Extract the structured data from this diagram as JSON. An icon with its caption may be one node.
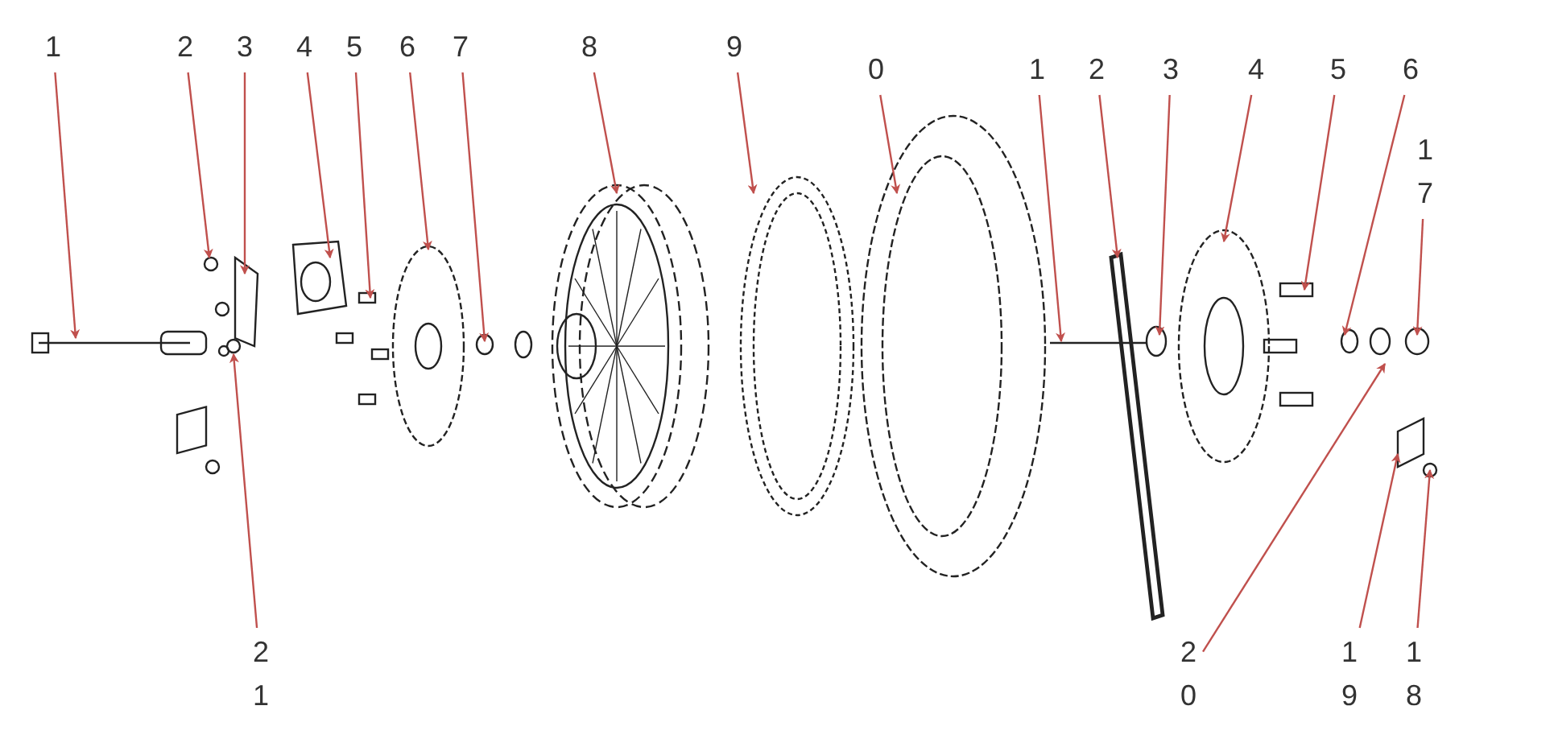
{
  "diagram": {
    "nodes": [
      {
        "text": [
          "1"
        ]
      },
      {
        "text": [
          "2"
        ]
      },
      {
        "text": [
          "3"
        ]
      },
      {
        "text": [
          "4"
        ]
      },
      {
        "text": [
          "5"
        ]
      },
      {
        "text": [
          "6"
        ]
      },
      {
        "text": [
          "7"
        ]
      },
      {
        "text": [
          "8"
        ]
      },
      {
        "text": [
          "9"
        ]
      },
      {
        "text": [
          "0"
        ]
      },
      {
        "text": [
          "1"
        ]
      },
      {
        "text": [
          "2"
        ]
      },
      {
        "text": [
          "3"
        ]
      },
      {
        "text": [
          "4"
        ]
      },
      {
        "text": [
          "5"
        ]
      },
      {
        "text": [
          "6"
        ]
      },
      {
        "text": [
          "1 7"
        ]
      },
      {
        "text": [
          "2 1"
        ]
      },
      {
        "text": [
          "2 0"
        ]
      },
      {
        "text": [
          "1 9"
        ]
      },
      {
        "text": [
          "1 8"
        ]
      }
    ],
    "edges": [
      {
        "from": 0,
        "to": null,
        "arrow": "to"
      },
      {
        "from": 1,
        "to": null,
        "arrow": "to"
      },
      {
        "from": 2,
        "to": null,
        "arrow": "to"
      },
      {
        "from": 3,
        "to": null,
        "arrow": "to"
      },
      {
        "from": 4,
        "to": null,
        "arrow": "to"
      },
      {
        "from": 5,
        "to": null,
        "arrow": "to"
      },
      {
        "from": 6,
        "to": null,
        "arrow": "to"
      },
      {
        "from": 7,
        "to": null,
        "arrow": "to"
      },
      {
        "from": 8,
        "to": null,
        "arrow": "to"
      },
      {
        "from": 9,
        "to": null,
        "arrow": "to"
      },
      {
        "from": 10,
        "to": null,
        "arrow": "to"
      },
      {
        "from": 11,
        "to": null,
        "arrow": "to"
      },
      {
        "from": 12,
        "to": null,
        "arrow": "to"
      },
      {
        "from": 13,
        "to": null,
        "arrow": "to"
      },
      {
        "from": 14,
        "to": null,
        "arrow": "to"
      },
      {
        "from": 15,
        "to": null,
        "arrow": "to"
      },
      {
        "from": 16,
        "to": null,
        "arrow": "to"
      },
      {
        "from": 17,
        "to": null,
        "arrow": "to"
      },
      {
        "from": 18,
        "to": null,
        "arrow": "to"
      },
      {
        "from": 19,
        "to": null,
        "arrow": "to"
      },
      {
        "from": 20,
        "to": null,
        "arrow": "to"
      }
    ]
  }
}
